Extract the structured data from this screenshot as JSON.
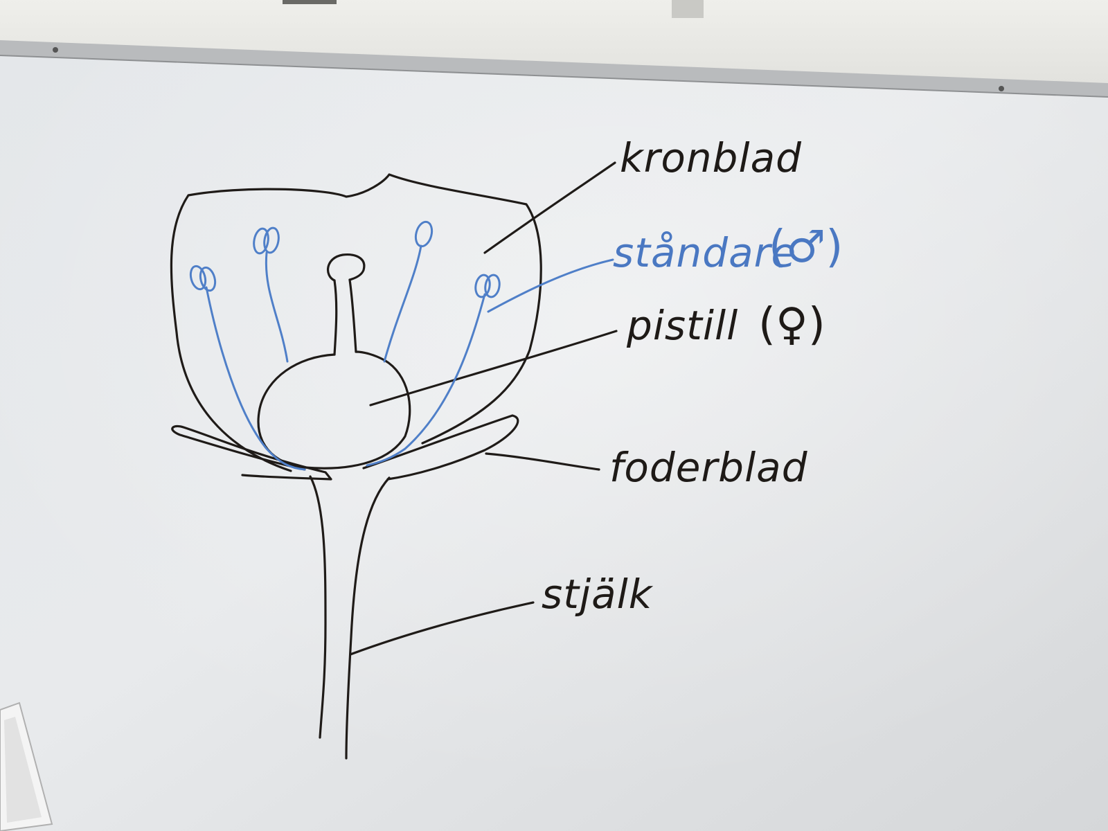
{
  "labels": {
    "petal": "kronblad",
    "stamen": "ståndare",
    "stamen_symbol": "(♂)",
    "pistil": "pistill",
    "pistil_symbol": "(♀)",
    "sepal": "foderblad",
    "stem": "stjälk"
  },
  "colors": {
    "board": "#e6e8ea",
    "dark_marker": "#1f1b18",
    "blue_marker": "#4f7fc8"
  }
}
